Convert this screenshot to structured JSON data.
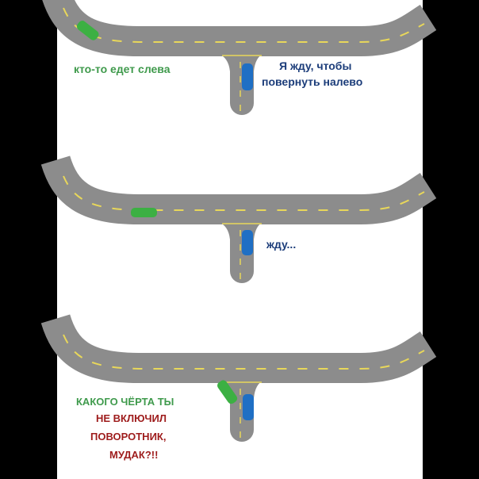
{
  "panels": [
    {
      "captions": [
        "кто-то едет слева",
        "Я жду, чтобы",
        "повернуть налево"
      ]
    },
    {
      "captions": [
        "жду..."
      ]
    },
    {
      "captions": [
        "КАКОГО ЧЁРТА ТЫ",
        "НЕ ВКЛЮЧИЛ",
        "ПОВОРОТНИК,",
        "МУДАК?!!"
      ]
    }
  ],
  "colors": {
    "road": "#8c8c8c",
    "marking": "#e8d75a",
    "green_car": "#3cb043",
    "blue_car": "#1f6fc4"
  }
}
